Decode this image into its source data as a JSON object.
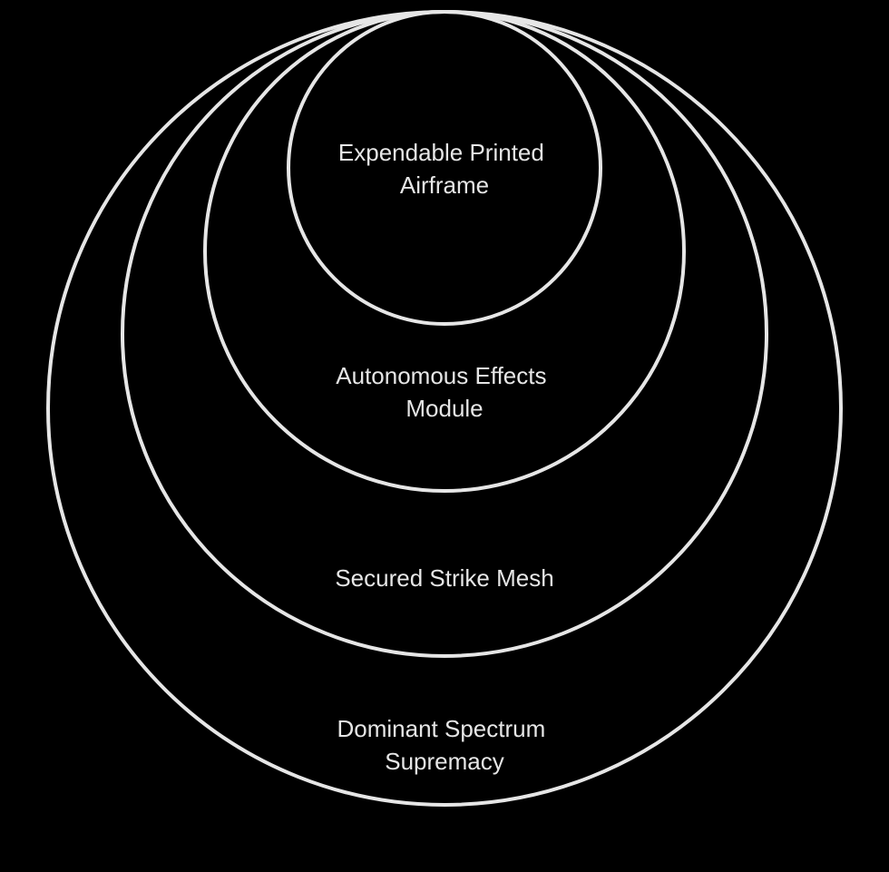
{
  "diagram": {
    "type": "nested-circles",
    "stroke_color": "#e6e6e6",
    "background_color": "#000000",
    "rings": [
      {
        "label_lines": [
          "Dominant Spectrum",
          "Supremacy"
        ]
      },
      {
        "label_lines": [
          "Secured Strike Mesh"
        ]
      },
      {
        "label_lines": [
          "Autonomous Effects",
          "Module"
        ]
      },
      {
        "label_lines": [
          "Expendable Printed",
          "Airframe"
        ]
      }
    ]
  }
}
